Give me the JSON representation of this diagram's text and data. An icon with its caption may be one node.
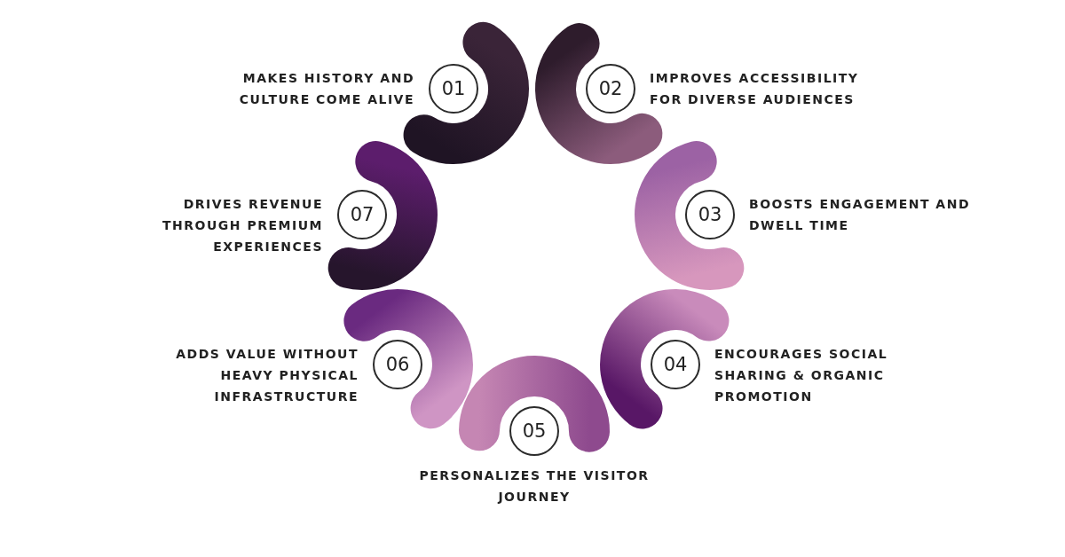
{
  "diagram": {
    "nodes": [
      {
        "text": [
          "01"
        ],
        "beside": [
          "MAKES HISTORY AND CULTURE COME ALIVE"
        ]
      },
      {
        "text": [
          "02"
        ],
        "beside": [
          "IMPROVES ACCESSIBILITY FOR DIVERSE AUDIENCES"
        ]
      },
      {
        "text": [
          "03"
        ],
        "beside": [
          "BOOSTS ENGAGEMENT AND DWELL TIME"
        ]
      },
      {
        "text": [
          "04"
        ],
        "beside": [
          "ENCOURAGES SOCIAL SHARING & ORGANIC PROMOTION"
        ]
      },
      {
        "text": [
          "05"
        ],
        "beside": [
          "PERSONALIZES THE VISITOR JOURNEY"
        ]
      },
      {
        "text": [
          "06"
        ],
        "beside": [
          "ADDS VALUE WITHOUT HEAVY PHYSICAL INFRASTRUCTURE"
        ]
      },
      {
        "text": [
          "07"
        ],
        "beside": [
          "DRIVES REVENUE THROUGH PREMIUM EXPERIENCES"
        ]
      }
    ]
  }
}
